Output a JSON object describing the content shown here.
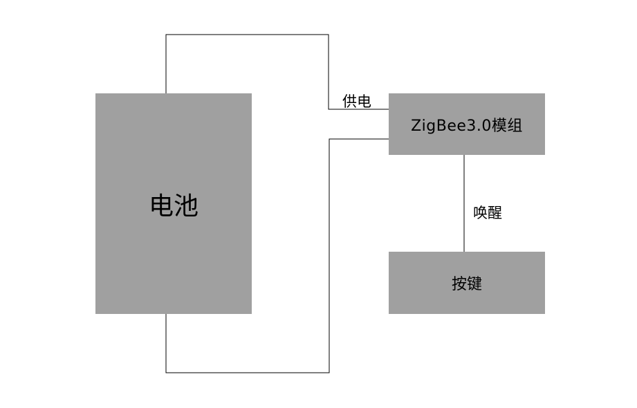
{
  "colors": {
    "box_fill": "#a0a0a0",
    "line": "#000000",
    "text": "#000000",
    "background": "#ffffff"
  },
  "nodes": {
    "battery": {
      "label": "电池"
    },
    "zigbee_module": {
      "label": "ZigBee3.0模组"
    },
    "button": {
      "label": "按键"
    }
  },
  "edges": {
    "power": {
      "label": "供电",
      "from": "battery",
      "to": "zigbee_module"
    },
    "wake": {
      "label": "唤醒",
      "from": "button",
      "to": "zigbee_module"
    }
  }
}
